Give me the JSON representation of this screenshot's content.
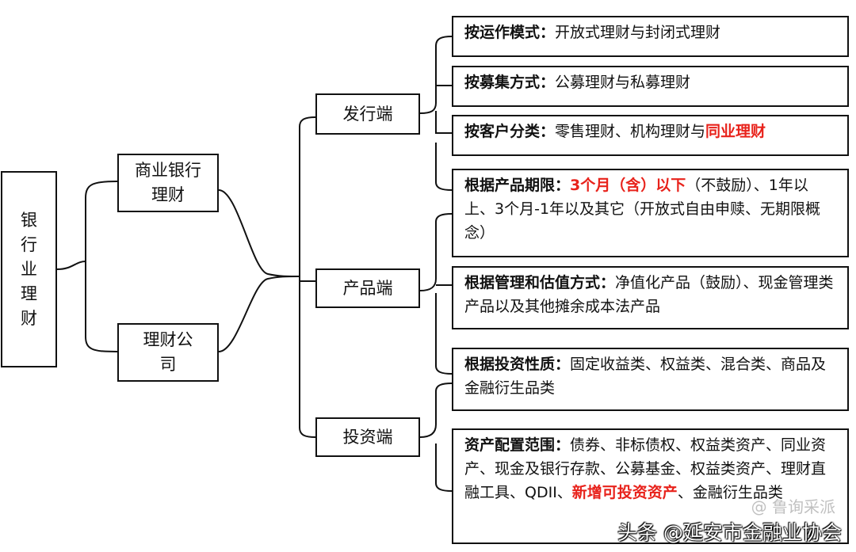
{
  "root": {
    "label": "银行业理财"
  },
  "level1": [
    {
      "label": "商业银行理财"
    },
    {
      "label": "理财公司"
    }
  ],
  "level2": [
    {
      "label": "发行端"
    },
    {
      "label": "产品端"
    },
    {
      "label": "投资端"
    }
  ],
  "items": {
    "issue_mode": {
      "bold": "按运作模式：",
      "text": "开放式理财与封闭式理财"
    },
    "issue_raise": {
      "bold": "按募集方式：",
      "text": "公募理财与私募理财"
    },
    "issue_client": {
      "bold": "按客户分类：",
      "text": "零售理财、机构理财与",
      "red": "同业理财"
    },
    "prod_term": {
      "bold": "根据产品期限：",
      "red": "3个月（含）以下",
      "text": "（不鼓励）、1年以上、3个月-1年以及其它（开放式自由申赎、无期限概念）"
    },
    "prod_valuation": {
      "bold": "根据管理和估值方式：",
      "text": "净值化产品（鼓励）、现金管理类产品以及其他摊余成本法产品"
    },
    "inv_nature": {
      "bold": "根据投资性质：",
      "text": "固定收益类、权益类、混合类、商品及金融衍生品类"
    },
    "inv_scope": {
      "bold": "资产配置范围：",
      "text": "债券、非标债权、权益类资产、同业资产、现金及银行存款、公募基金、权益类资产、理财直融工具、QDII、",
      "red": "新增可投资资产",
      "text2": "、金融衍生品类"
    }
  },
  "watermark": {
    "main": "头条 @延安市金融业协会",
    "faint": "@ 鲁询采派"
  }
}
